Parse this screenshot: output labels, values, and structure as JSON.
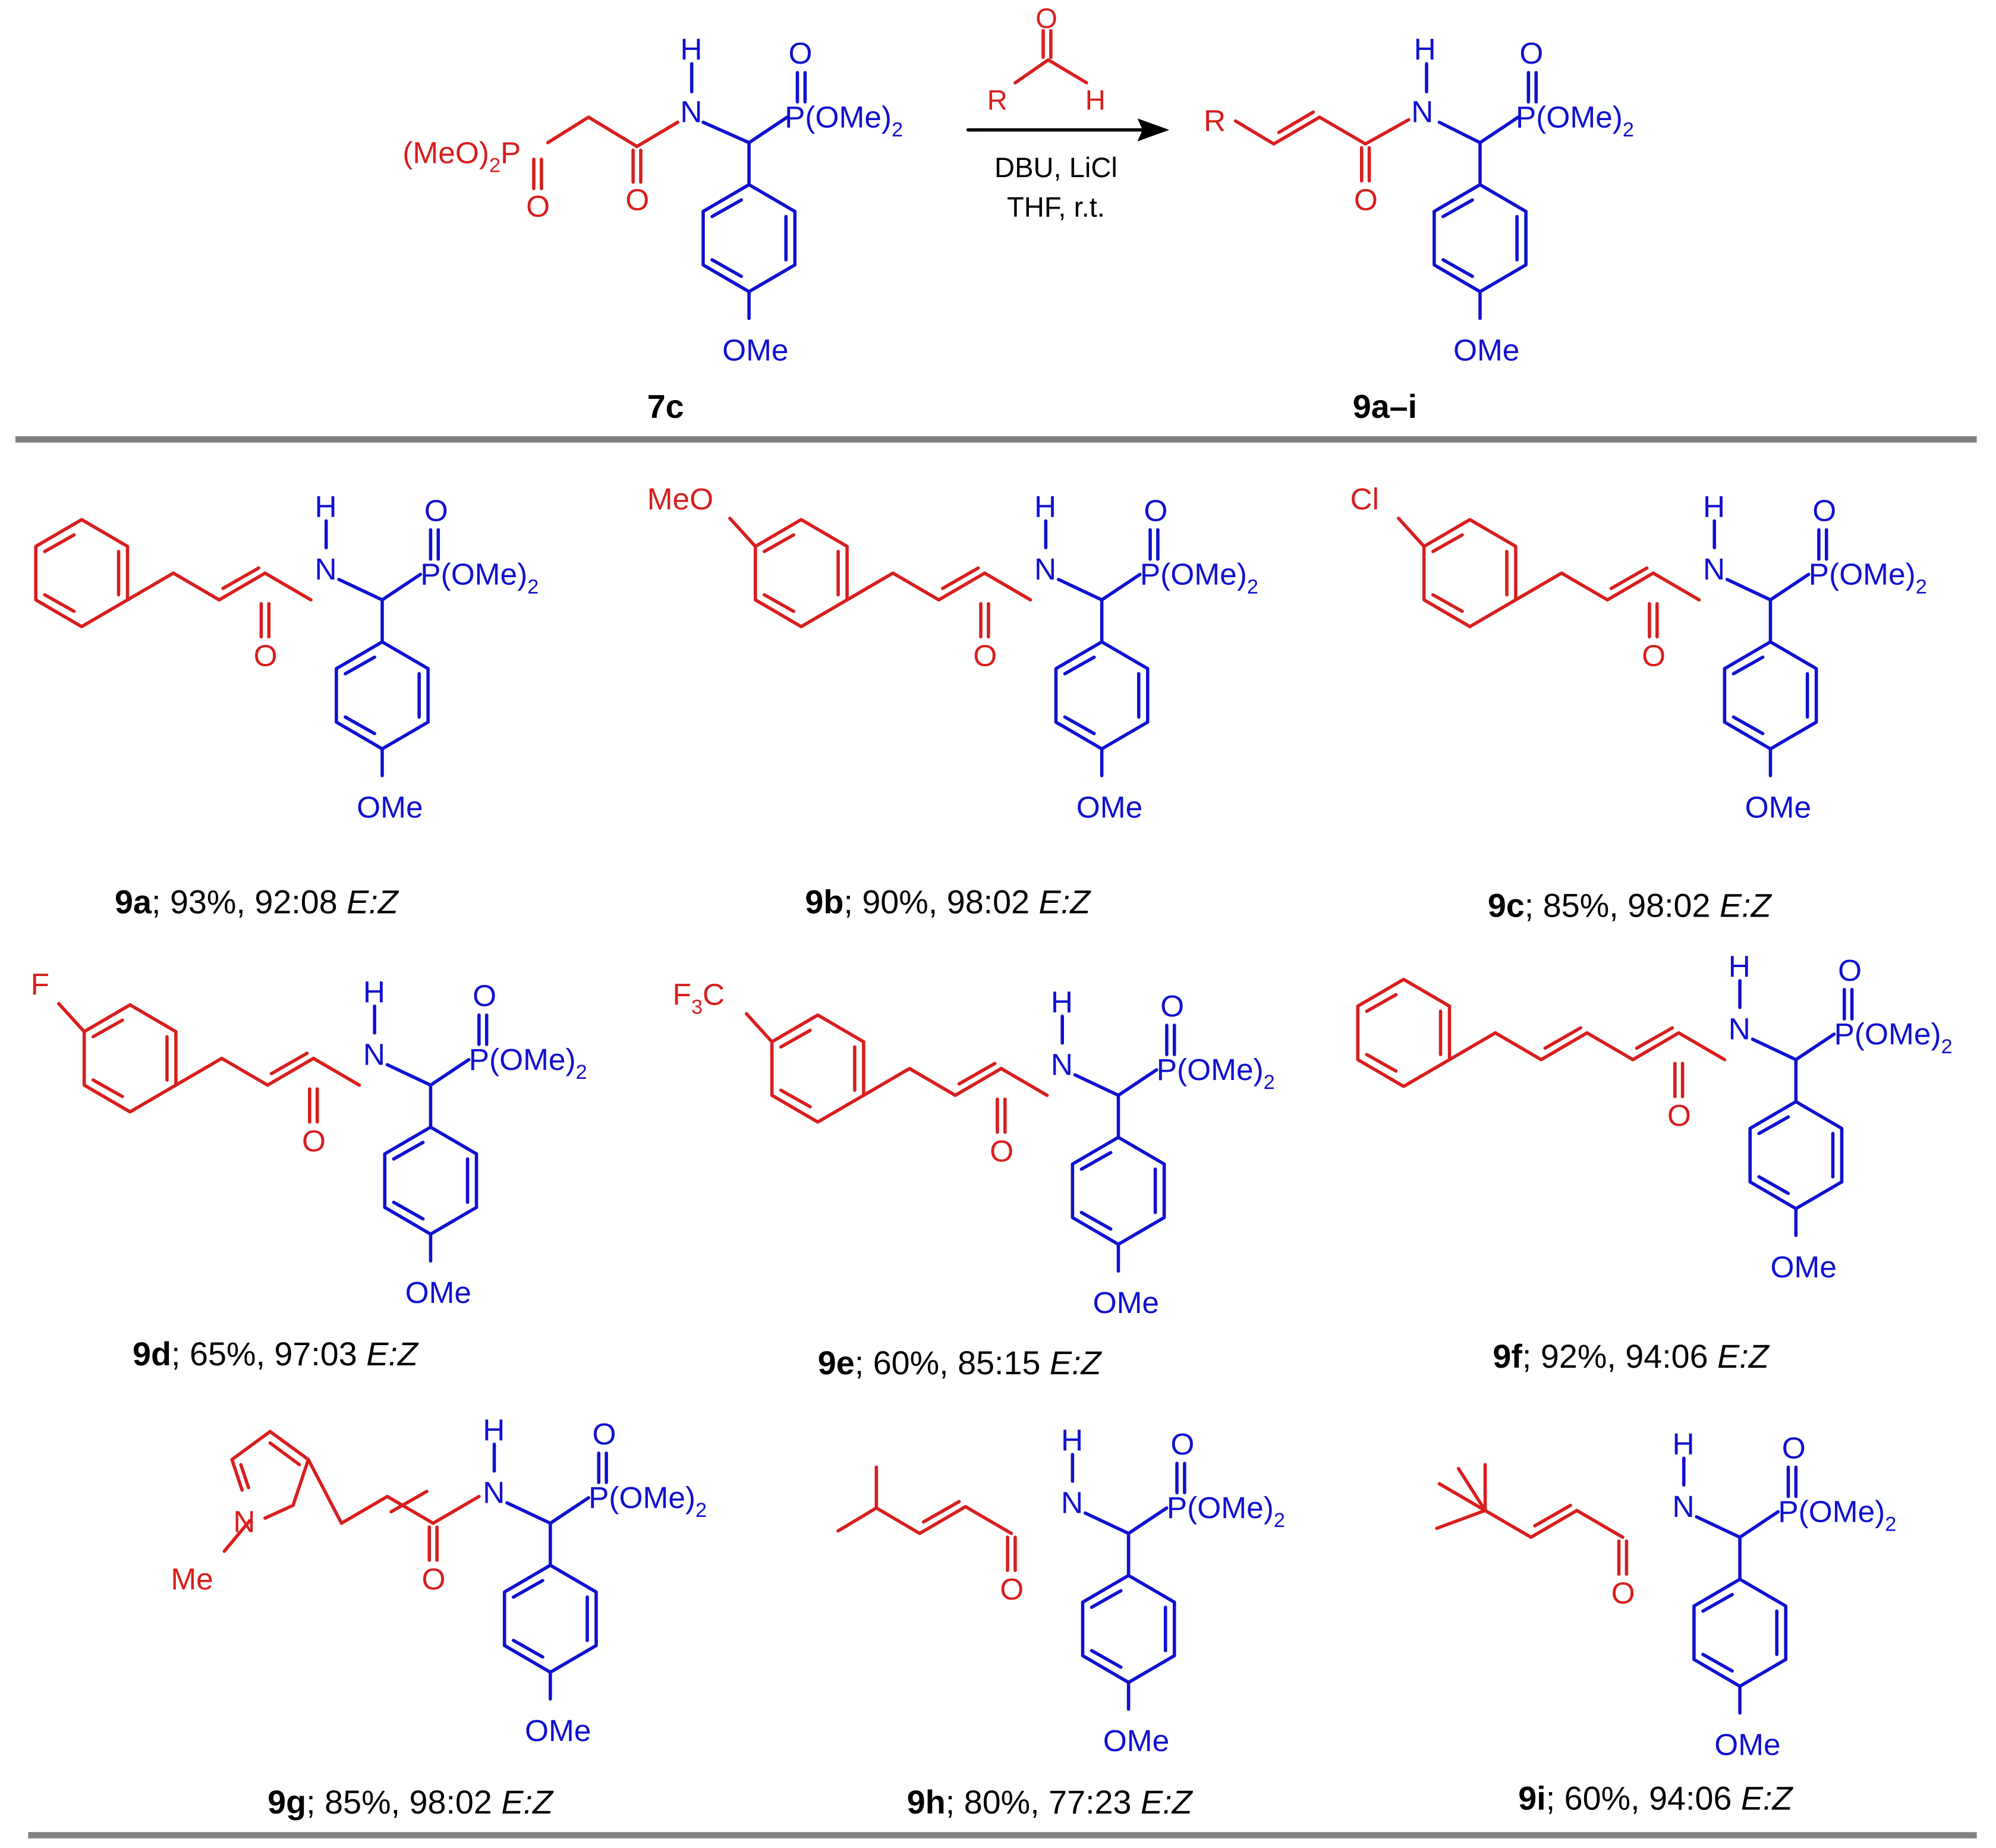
{
  "colors": {
    "red": "#d81e1e",
    "blue": "#1010d0",
    "black": "#000000",
    "rule": "#808080"
  },
  "labels": {
    "phosphonate_left": "(MeO)",
    "sub2": "2",
    "P": "P",
    "O": "O",
    "N": "N",
    "H": "H",
    "R": "R",
    "P_OMe_2_main": "P(OMe)",
    "OMe": "OMe",
    "MeO": "MeO",
    "Cl": "Cl",
    "F": "F",
    "F3C_main": "F",
    "F3C_sub": "3",
    "F3C_tail": "C",
    "Me": "Me"
  },
  "reaction": {
    "reagent_line1": "DBU, LiCl",
    "reagent_line2": "THF, r.t.",
    "start_id": "7c",
    "product_id": "9a–i"
  },
  "products": [
    {
      "id": "9a",
      "result": "; 93%, 92:08 ",
      "ratio_label": "E:Z"
    },
    {
      "id": "9b",
      "result": "; 90%, 98:02 ",
      "ratio_label": "E:Z"
    },
    {
      "id": "9c",
      "result": "; 85%, 98:02 ",
      "ratio_label": "E:Z"
    },
    {
      "id": "9d",
      "result": "; 65%, 97:03 ",
      "ratio_label": "E:Z"
    },
    {
      "id": "9e",
      "result": "; 60%, 85:15 ",
      "ratio_label": "E:Z"
    },
    {
      "id": "9f",
      "result": "; 92%, 94:06 ",
      "ratio_label": "E:Z"
    },
    {
      "id": "9g",
      "result": "; 85%, 98:02 ",
      "ratio_label": "E:Z"
    },
    {
      "id": "9h",
      "result": "; 80%, 77:23 ",
      "ratio_label": "E:Z"
    },
    {
      "id": "9i",
      "result": "; 60%, 94:06 ",
      "ratio_label": "E:Z"
    }
  ]
}
